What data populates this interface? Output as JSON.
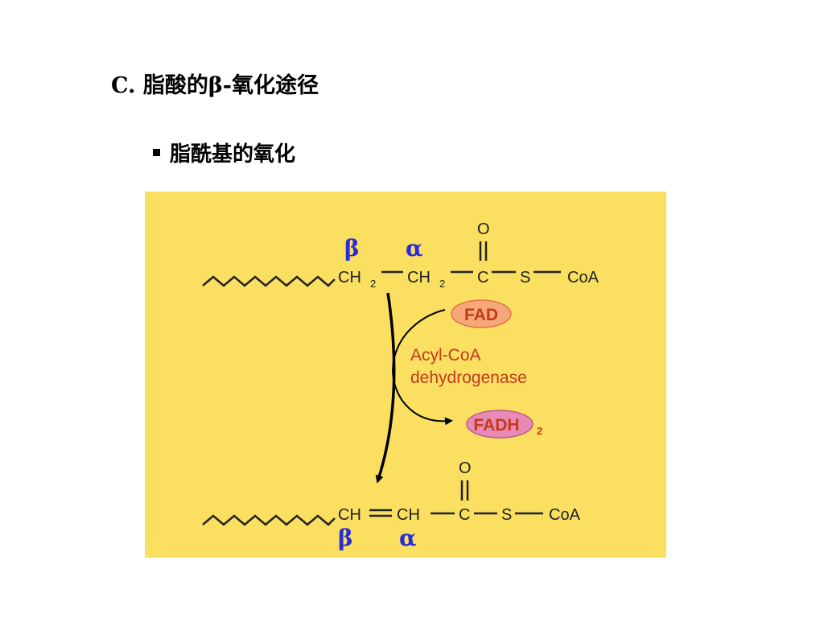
{
  "slide": {
    "title": "C. 脂酸的β-氧化途径",
    "bullet": "脂酰基的氧化"
  },
  "diagram": {
    "top_structure": {
      "atoms": [
        "CH",
        "2",
        "CH",
        "2",
        "C",
        "S",
        "CoA",
        "O"
      ],
      "labels": [
        "β",
        "α"
      ]
    },
    "bottom_structure": {
      "atoms": [
        "CH",
        "CH",
        "C",
        "S",
        "CoA",
        "O"
      ],
      "labels": [
        "β",
        "α"
      ]
    },
    "enzyme": {
      "line1": "Acyl-CoA",
      "line2": "dehydrogenase"
    },
    "cofactor_in": "FAD",
    "cofactor_out": "FADH",
    "cofactor_out_sub": "2",
    "colors": {
      "background": "#fadf61",
      "greek_labels": "#2b2bd9",
      "enzyme_text": "#c23a1e",
      "fad_fill": "#f7a878",
      "fadh2_fill": "#e889b6"
    }
  }
}
